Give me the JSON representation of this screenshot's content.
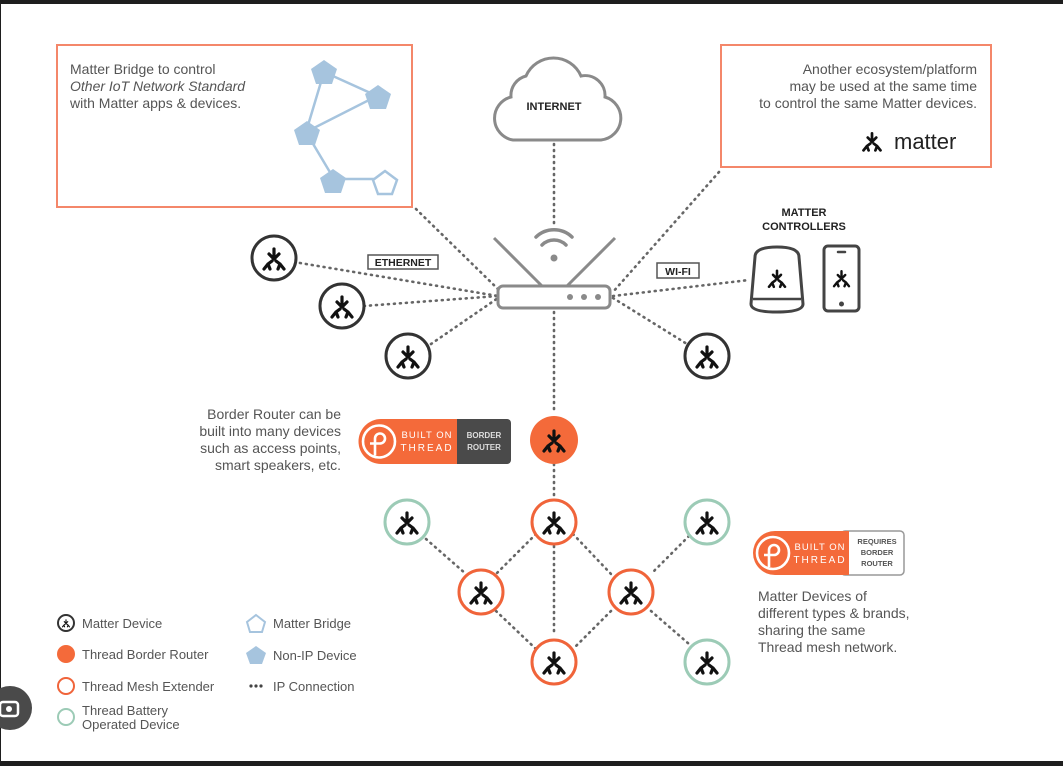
{
  "colors": {
    "accent": "#f46a3a",
    "bridge_box_border": "#f4876a",
    "gray_text": "#555555",
    "dark_badge": "#4a4a4a",
    "mesh_extender": "#f0643a",
    "battery_device": "#9ccbb6",
    "non_ip_device": "#a6c4de",
    "connection_line": "#666666"
  },
  "bridge_box": {
    "line1": "Matter Bridge to control",
    "line2": "Other IoT Network Standard",
    "line3": "with Matter apps & devices."
  },
  "ecosystem_box": {
    "line1": "Another ecosystem/platform",
    "line2": "may be used at the same time",
    "line3": "to control the same Matter devices.",
    "logo_text": "matter"
  },
  "internet": {
    "label": "INTERNET"
  },
  "connections": {
    "ethernet_label": "ETHERNET",
    "wifi_label": "WI-FI"
  },
  "controllers": {
    "line1": "MATTER",
    "line2": "CONTROLLERS"
  },
  "border_router": {
    "desc_lines": [
      "Border Router can be",
      "built into many devices",
      "such as access points,",
      "smart speakers, etc."
    ],
    "badge_built_on": "BUILT ON",
    "badge_thread": "THREAD",
    "badge_side_line1": "BORDER",
    "badge_side_line2": "ROUTER"
  },
  "mesh": {
    "badge_built_on": "BUILT ON",
    "badge_thread": "THREAD",
    "badge_side_line1": "REQUIRES",
    "badge_side_line2": "BORDER",
    "badge_side_line3": "ROUTER",
    "desc_lines": [
      "Matter Devices of",
      "different types & brands,",
      "sharing the same",
      "Thread mesh network."
    ]
  },
  "legend": {
    "matter_device": "Matter Device",
    "thread_border_router": "Thread Border Router",
    "thread_mesh_extender": "Thread Mesh Extender",
    "thread_battery_line1": "Thread Battery",
    "thread_battery_line2": "Operated Device",
    "matter_bridge": "Matter Bridge",
    "non_ip_device": "Non-IP Device",
    "ip_connection": "IP Connection"
  }
}
